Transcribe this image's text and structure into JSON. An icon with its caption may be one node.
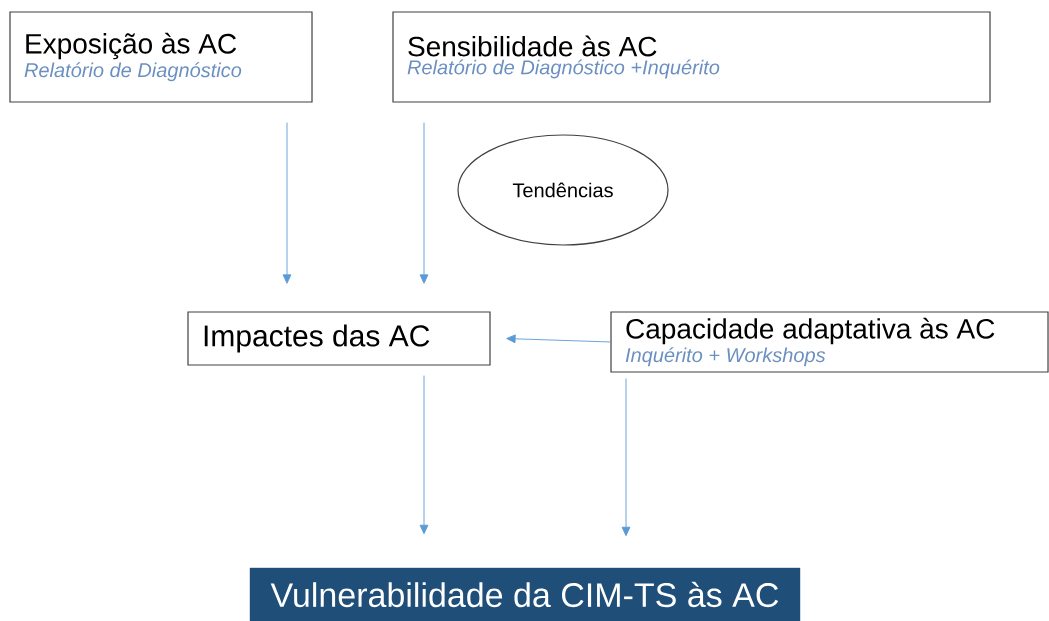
{
  "diagram": {
    "nodes": [
      {
        "text": [
          "Exposição às AC",
          "Relatório de Diagnóstico"
        ]
      },
      {
        "text": [
          "Sensibilidade às AC",
          "Relatório de Diagnóstico +Inquérito"
        ]
      },
      {
        "text": [
          "Tendências"
        ]
      },
      {
        "text": [
          "Impactes das AC"
        ]
      },
      {
        "text": [
          "Capacidade adaptativa às AC",
          "Inquérito + Workshops"
        ]
      },
      {
        "text": [
          "Vulnerabilidade da CIM-TS às AC"
        ]
      }
    ],
    "edges": [
      {
        "from": 0,
        "to": 3,
        "arrow": "to"
      },
      {
        "from": 1,
        "to": 3,
        "arrow": "to"
      },
      {
        "from": 4,
        "to": 3,
        "arrow": "to"
      },
      {
        "from": 3,
        "to": 5,
        "arrow": "to"
      },
      {
        "from": 4,
        "to": 5,
        "arrow": "to"
      }
    ]
  }
}
